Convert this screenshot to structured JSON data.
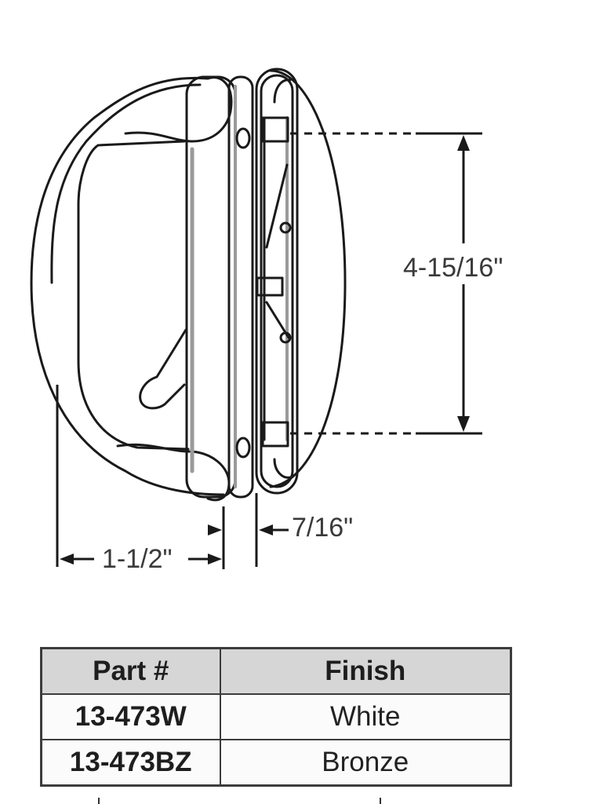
{
  "diagram": {
    "subject": "Sliding patio door handle set",
    "dimensions": {
      "hole_spacing": "4-15/16\"",
      "handle_projection": "1-1/2\"",
      "door_thickness_gap": "7/16\""
    },
    "colors": {
      "line": "#1a1a1a",
      "table_header_bg": "#d6d6d6",
      "table_border": "#3c3c3c"
    }
  },
  "parts_table": {
    "headers": [
      "Part #",
      "Finish"
    ],
    "rows": [
      {
        "part": "13-473W",
        "finish": "White"
      },
      {
        "part": "13-473BZ",
        "finish": "Bronze"
      }
    ]
  }
}
